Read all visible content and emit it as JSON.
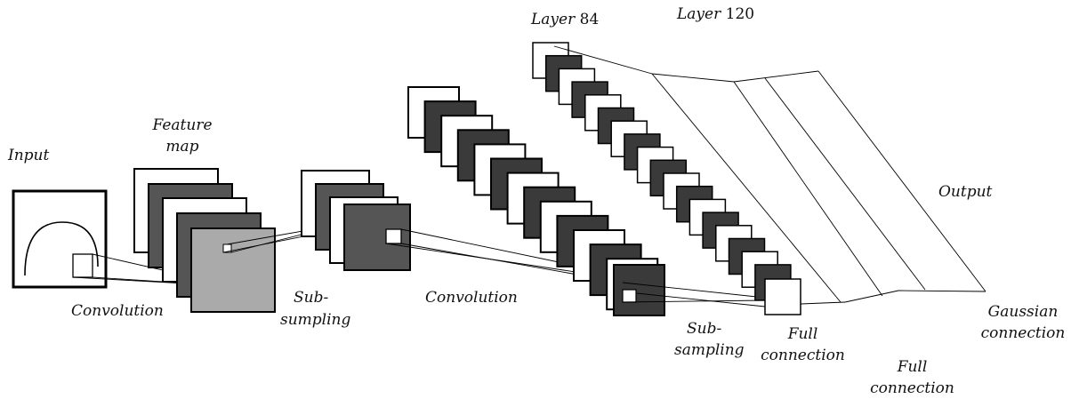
{
  "labels": {
    "input": "Input",
    "feature_map_line1": "Feature",
    "feature_map_line2": "map",
    "convolution_1": "Convolution",
    "subsampling_1_line1": "Sub-",
    "subsampling_1_line2": "sumpling",
    "convolution_2": "Convolution",
    "subsampling_2_line1": "Sub-",
    "subsampling_2_line2": "sampling",
    "layer84_word": "Layer",
    "layer84_num": "84",
    "layer120_word": "Layer",
    "layer120_num": "120",
    "output": "Output",
    "full_connection_1_line1": "Full",
    "full_connection_1_line2": "connection",
    "full_connection_2_line1": "Full",
    "full_connection_2_line2": "connection",
    "gaussian_line1": "Gaussian",
    "gaussian_line2": "connection"
  },
  "colors": {
    "white": "#ffffff",
    "dark_gray": "#555555",
    "very_dark": "#3a3a3a",
    "light_gray": "#aaaaaa",
    "stroke": "#000000"
  }
}
